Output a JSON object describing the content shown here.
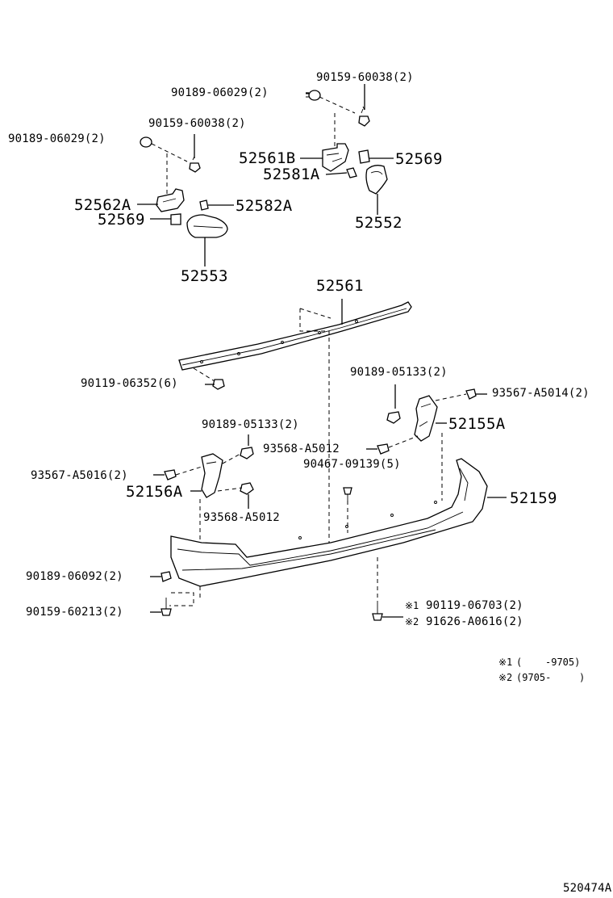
{
  "labels": {
    "p90159_60038_top": "90159-60038(2)",
    "p90189_06029_top": "90189-06029(2)",
    "p90159_60038_left": "90159-60038(2)",
    "p90189_06029_left": "90189-06029(2)",
    "p52561B": "52561B",
    "p52569_right": "52569",
    "p52581A": "52581A",
    "p52552": "52552",
    "p52562A": "52562A",
    "p52582A": "52582A",
    "p52569_left": "52569",
    "p52553": "52553",
    "p52561": "52561",
    "p90119_06352": "90119-06352(6)",
    "p90189_05133_right": "90189-05133(2)",
    "p93567_A5014": "93567-A5014(2)",
    "p52155A": "52155A",
    "p90189_05133_left": "90189-05133(2)",
    "p93568_A5012_upper": "93568-A5012",
    "p90467_09139": "90467-09139(5)",
    "p93567_A5016": "93567-A5016(2)",
    "p52156A": "52156A",
    "p52159": "52159",
    "p93568_A5012_lower": "93568-A5012",
    "p90189_06092": "90189-06092(2)",
    "p90159_60213": "90159-60213(2)",
    "p90119_06703_mark": "※1",
    "p90119_06703": "90119-06703(2)",
    "p91626_A0616_mark": "※2",
    "p91626_A0616": "91626-A0616(2)"
  },
  "legend": {
    "note1_mark": "※1",
    "note1_open": "(",
    "note1_range": "-9705)",
    "note2_mark": "※2",
    "note2_range": "(9705-",
    "note2_close": ")"
  },
  "diagram_code": "520474A"
}
